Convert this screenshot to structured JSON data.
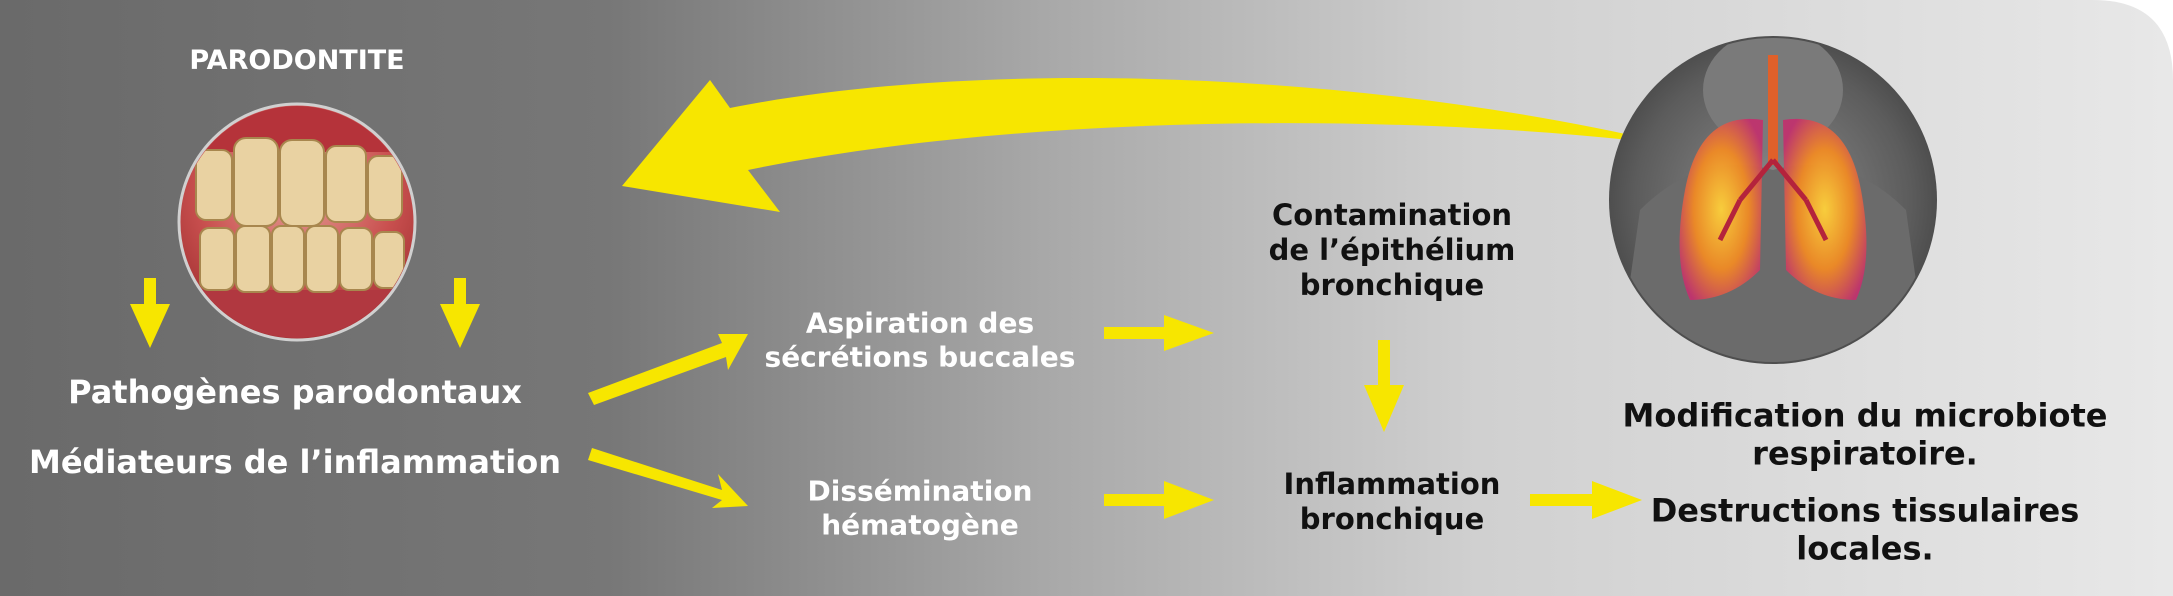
{
  "title": "PARODONTITE",
  "nodes": {
    "pathogens": "Pathogènes parodontaux",
    "mediators": "Médiateurs de l’inflammation",
    "aspiration": [
      "Aspiration des",
      "sécrétions buccales"
    ],
    "dissemination": [
      "Dissémination",
      "hématogène"
    ],
    "contamination": [
      "Contamination",
      "de l’épithélium",
      "bronchique"
    ],
    "inflammation": [
      "Inflammation",
      "bronchique"
    ],
    "microbiota": [
      "Modification du microbiote",
      "respiratoire."
    ],
    "destruction": [
      "Destructions tissulaires",
      "locales."
    ]
  },
  "colors": {
    "arrow": "#f7e600",
    "bg_dark": "#6f6f6f",
    "bg_light": "#e6e6e6",
    "text_light": "#ffffff",
    "text_dark": "#111111"
  },
  "icons": {
    "teeth_photo": "teeth-photo",
    "lungs_photo": "lungs-photo"
  }
}
